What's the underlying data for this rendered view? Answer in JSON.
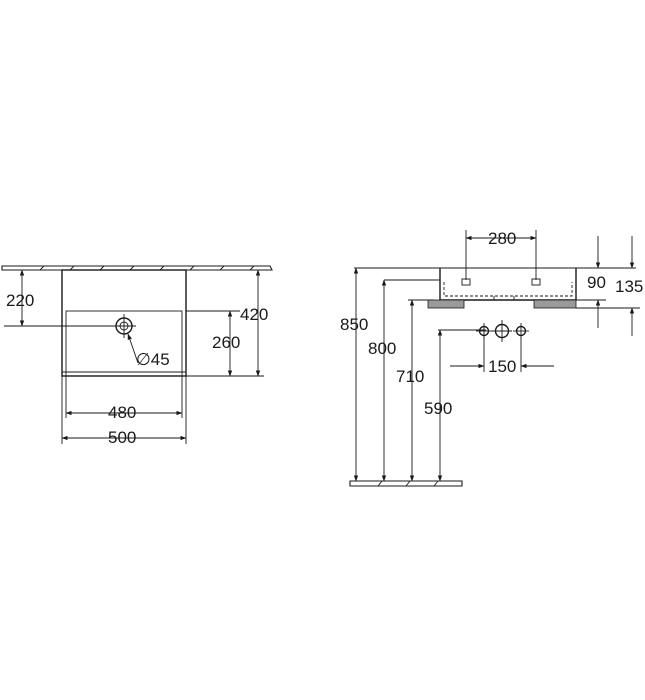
{
  "dimensions": {
    "top_view": {
      "height_220": "220",
      "height_420": "420",
      "height_260": "260",
      "diameter_45": "∅45",
      "width_480": "480",
      "width_500": "500"
    },
    "side_view": {
      "spacing_280": "280",
      "height_90": "90",
      "height_135": "135",
      "height_850": "850",
      "height_800": "800",
      "height_710": "710",
      "height_590": "590",
      "spacing_150": "150"
    }
  },
  "colors": {
    "line": "#1a1a1a",
    "hatch": "#9a9a9a",
    "background": "#ffffff"
  }
}
